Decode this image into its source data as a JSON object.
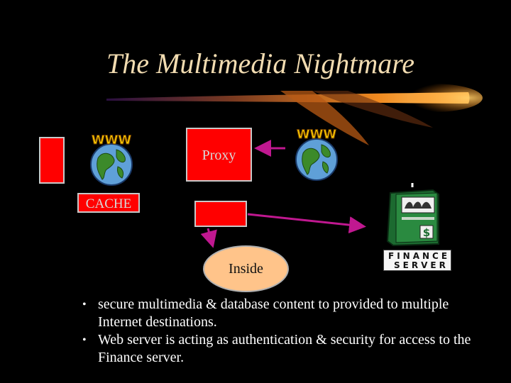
{
  "slide": {
    "title": "The Multimedia Nightmare"
  },
  "diagram": {
    "proxy_label": "Proxy",
    "cache_label": "CACHE",
    "inside_label": "Inside",
    "globe_text": "WWW",
    "server_line1": "FINANCE",
    "server_line2": "SERVER",
    "server_symbol": "$"
  },
  "bullets": [
    "secure multimedia & database content to provided to multiple Internet  destinations.",
    "Web server is acting as authentication & security for access to the Finance server."
  ],
  "colors": {
    "background": "#000000",
    "title": "#f2dcb1",
    "box": "#ff0000",
    "ellipse": "#ffc48a",
    "arrow": "#c01890",
    "text": "#ffffff"
  },
  "icons": [
    "globe-icon",
    "server-icon",
    "dollar-icon",
    "bullet-icon"
  ]
}
